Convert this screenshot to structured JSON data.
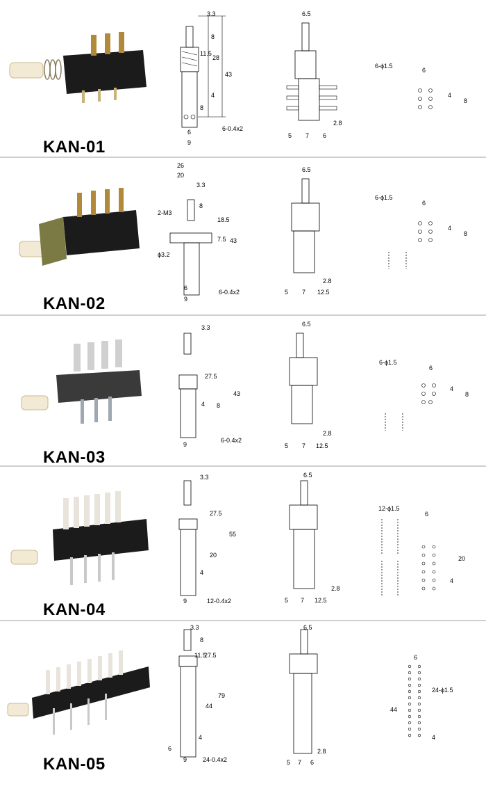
{
  "models": [
    {
      "name": "KAN-01",
      "front": {
        "sq": "3.3",
        "d1": "8",
        "d2": "11.5",
        "d3": "28",
        "d4": "43",
        "d5": "4",
        "d6": "8",
        "w1": "6",
        "w2": "9",
        "pins": "6-0.4x2"
      },
      "side": {
        "top": "6.5",
        "b1": "5",
        "b2": "7",
        "b3": "6",
        "h": "2.8"
      },
      "pcb": {
        "holes": "6-ϕ1.5",
        "pitch": "6",
        "v1": "4",
        "v2": "8"
      }
    },
    {
      "name": "KAN-02",
      "front": {
        "w_outer": "26",
        "w_inner": "20",
        "sq": "3.3",
        "mount": "2-M3",
        "d1": "8",
        "d2": "18.5",
        "d3": "43",
        "d4": "7.5",
        "hole": "ϕ3.2",
        "w1": "6",
        "w2": "9",
        "pins": "6-0.4x2"
      },
      "side": {
        "top": "6.5",
        "b1": "5",
        "b2": "7",
        "b3": "12.5",
        "h": "2.8"
      },
      "pcb": {
        "holes": "6-ϕ1.5",
        "pitch": "6",
        "v1": "4",
        "v2": "8"
      }
    },
    {
      "name": "KAN-03",
      "front": {
        "sq": "3.3",
        "d1": "27.5",
        "d2": "43",
        "d3": "8",
        "d4": "4",
        "w2": "9",
        "pins": "6-0.4x2"
      },
      "side": {
        "top": "6.5",
        "b1": "5",
        "b2": "7",
        "b3": "12.5",
        "h": "2.8"
      },
      "pcb": {
        "holes": "6-ϕ1.5",
        "pitch": "6",
        "v1": "4",
        "v2": "8"
      }
    },
    {
      "name": "KAN-04",
      "front": {
        "sq": "3.3",
        "d1": "27.5",
        "d2": "55",
        "d3": "20",
        "d4": "4",
        "w2": "9",
        "pins": "12-0.4x2"
      },
      "side": {
        "top": "6.5",
        "b1": "5",
        "b2": "7",
        "b3": "12.5",
        "h": "2.8"
      },
      "pcb": {
        "holes": "12-ϕ1.5",
        "pitch": "6",
        "v1": "20",
        "v2": "4"
      }
    },
    {
      "name": "KAN-05",
      "front": {
        "sq": "3.3",
        "d0": "8",
        "d1": "11.5",
        "d2": "27.5",
        "d3": "44",
        "d4": "79",
        "d5": "4",
        "w1": "6",
        "w2": "9",
        "pins": "24-0.4x2"
      },
      "side": {
        "top": "6.5",
        "b1": "5",
        "b2": "7",
        "b3": "6",
        "h": "2.8"
      },
      "pcb": {
        "holes": "24-ϕ1.5",
        "pitch": "6",
        "v1": "44",
        "v2": "4"
      }
    }
  ],
  "colors": {
    "metal_dark": "#1b1b1b",
    "gold": "#b08a3a",
    "plastic": "#f3ead6",
    "line": "#000000",
    "divider": "#cfcfcf"
  }
}
